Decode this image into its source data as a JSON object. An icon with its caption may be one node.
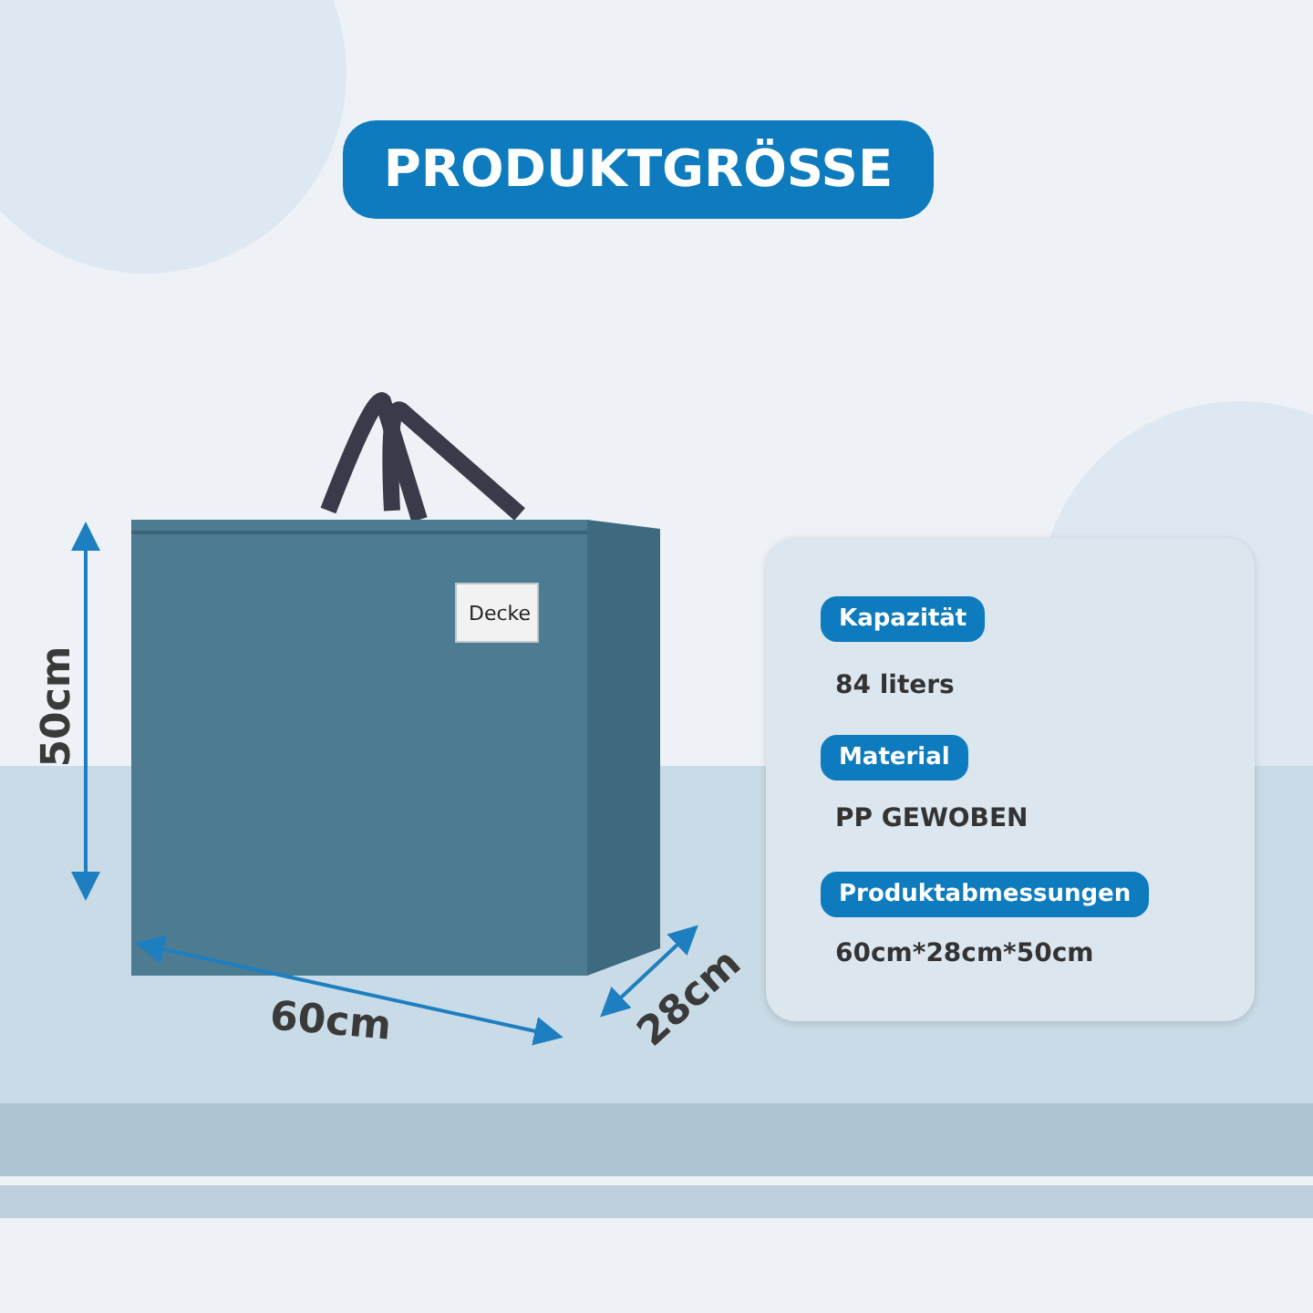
{
  "diagram": {
    "title": "PRODUKTGRÖSSE",
    "nodes": [
      {
        "text": [],
        "shape": "box"
      },
      {
        "text": [
          "Kapazität"
        ],
        "in": 0
      },
      {
        "text": [
          "Material"
        ],
        "in": 0
      },
      {
        "text": [
          "Produktabmessungen"
        ],
        "in": 0
      }
    ],
    "labels": [
      "Decke",
      "50cm",
      "60cm",
      "28cm",
      "84 liters",
      "PP GEWOBEN",
      "60cm*28cm*50cm"
    ]
  }
}
